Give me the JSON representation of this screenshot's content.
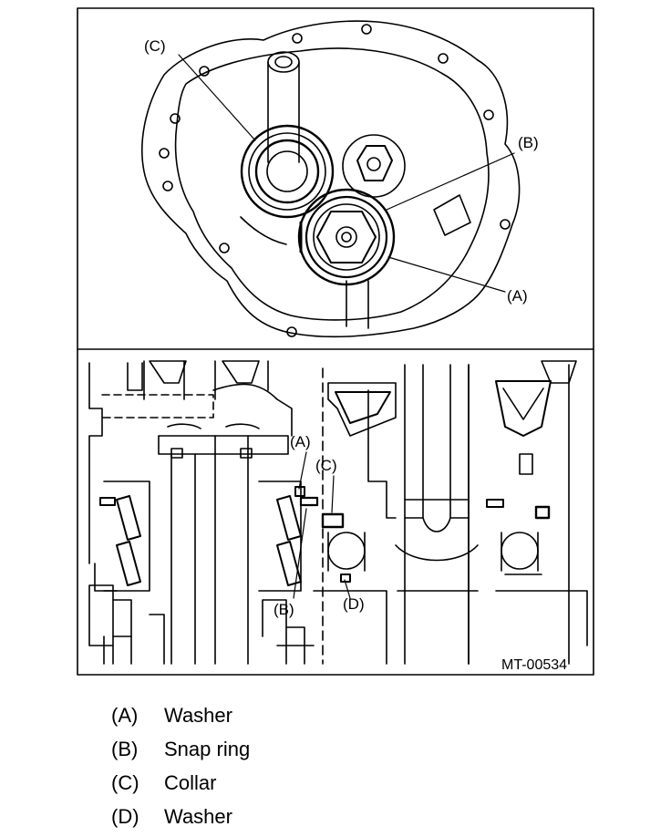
{
  "figure": {
    "code": "MT-00534",
    "callouts": {
      "top_c": "(C)",
      "top_b": "(B)",
      "top_a": "(A)",
      "bot_a": "(A)",
      "bot_c": "(C)",
      "bot_b": "(B)",
      "bot_d": "(D)"
    }
  },
  "legend": [
    {
      "key": "(A)",
      "value": "Washer"
    },
    {
      "key": "(B)",
      "value": "Snap ring"
    },
    {
      "key": "(C)",
      "value": "Collar"
    },
    {
      "key": "(D)",
      "value": "Washer"
    }
  ]
}
